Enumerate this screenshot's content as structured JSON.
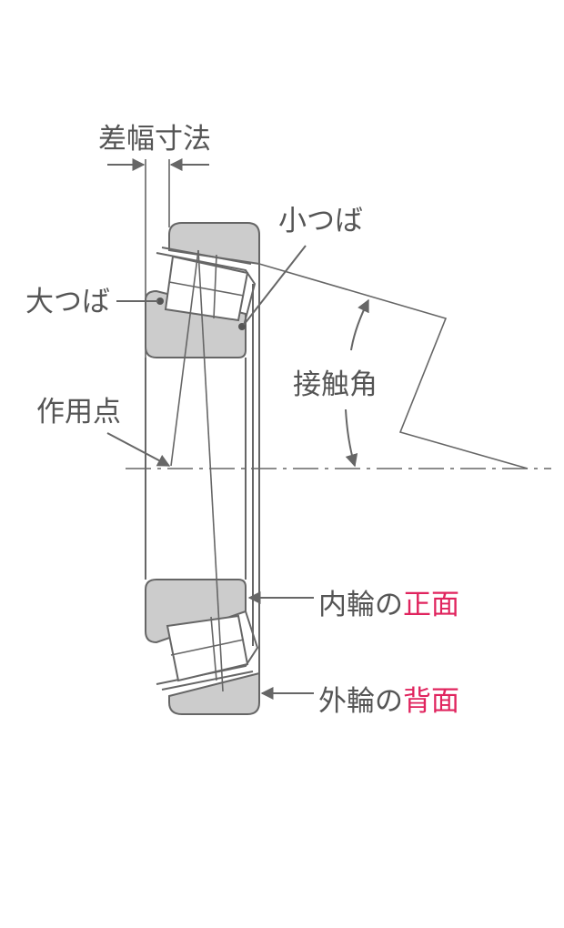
{
  "labels": {
    "width_diff": "差幅寸法",
    "small_rib": "小つば",
    "large_rib": "大つば",
    "contact_angle": "接触角",
    "action_point": "作用点",
    "inner_prefix": "内輪の",
    "inner_accent": "正面",
    "outer_prefix": "外輪の",
    "outer_accent": "背面"
  },
  "colors": {
    "line": "#666666",
    "text": "#555555",
    "fill": "#cccccc",
    "accent": "#e0245e"
  }
}
